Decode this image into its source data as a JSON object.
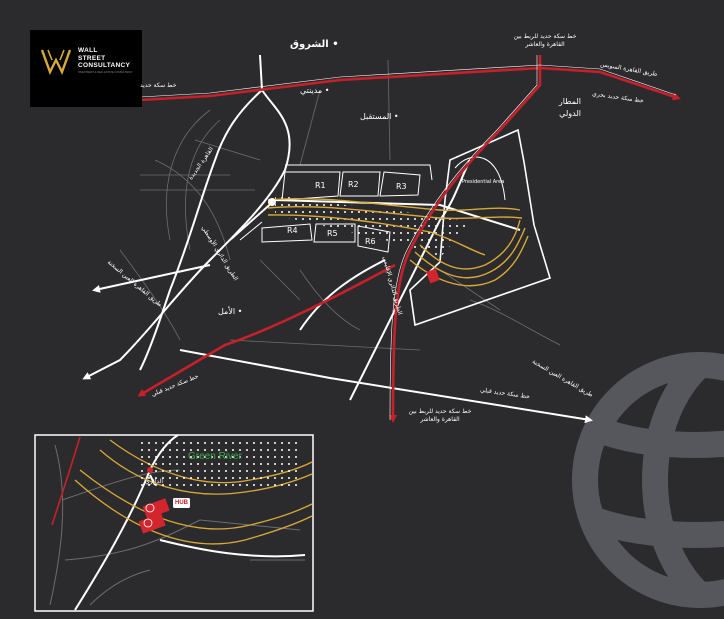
{
  "brand": {
    "name_line1": "WALL",
    "name_line2": "STREET",
    "name_line3": "CONSULTANCY",
    "tagline": "INVESTMENT & REAL ESTATE CONSULTANCY"
  },
  "colors": {
    "background": "#2b2b2d",
    "road": "#ffffff",
    "railway": "#c8202b",
    "ring_road": "#d9a938",
    "project_marker": "#d3252e",
    "inset_border": "#ffffff"
  },
  "labels": {
    "shorouk": "الشروق •",
    "madinaty": "مدينتي •",
    "mostakbal": "المستقبل •",
    "amal": "الأمل •",
    "new_cairo": "القاهرة الجديدة",
    "airport": "المطار الدولي",
    "presidential_area": "Presidential Area",
    "suez_road": "طريق القاهرة السويس",
    "rail_north_east": "خط سكة حديد بحري",
    "rail_top_left": "خط سكة حديد",
    "rail_top_link": "خط سكة حديد للربط بين القاهرة والعاشر",
    "rail_bottom_link": "خط سكة حديد للربط بين القاهرة والعاشر",
    "rail_bottom_left": "خط سكة حديد قبلي",
    "rail_bottom_right": "خط سكة حديد قبلي",
    "ain_sokhna_left": "طريق القاهرة العين السخنة",
    "ain_sokhna_right": "طريق القاهرة العين السخنة",
    "regional_ring": "الطريق الدائري الأوسطي",
    "central_ring": "الطريق الدائري الإقليمي",
    "r1": "R1",
    "r2": "R2",
    "r3": "R3",
    "r4": "R4",
    "r5": "R5",
    "r6": "R6",
    "green_river": "Green River",
    "inset_ring": "الدائري",
    "hub": "HUB"
  }
}
